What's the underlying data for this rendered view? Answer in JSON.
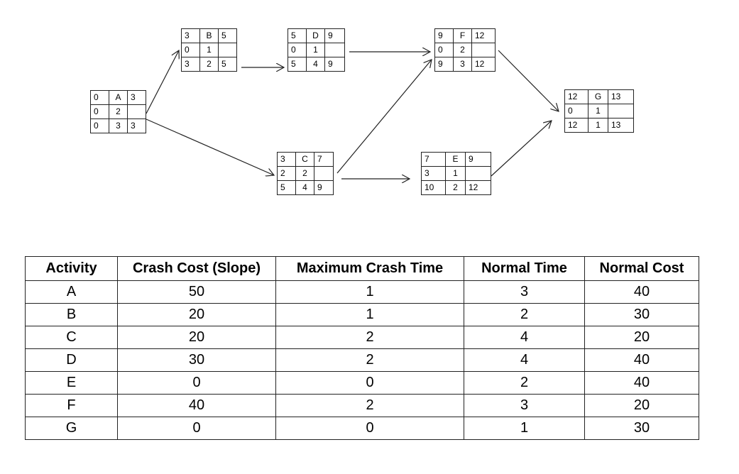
{
  "network": {
    "nodes": [
      {
        "id": "A",
        "es": "0",
        "ef": "3",
        "slack": "0",
        "duration": "2",
        "ls": "0",
        "dur2": "3",
        "lf": "3"
      },
      {
        "id": "B",
        "es": "3",
        "ef": "5",
        "slack": "0",
        "duration": "1",
        "ls": "3",
        "dur2": "2",
        "lf": "5"
      },
      {
        "id": "D",
        "es": "5",
        "ef": "9",
        "slack": "0",
        "duration": "1",
        "ls": "5",
        "dur2": "4",
        "lf": "9"
      },
      {
        "id": "F",
        "es": "9",
        "ef": "12",
        "slack": "0",
        "duration": "2",
        "ls": "9",
        "dur2": "3",
        "lf": "12"
      },
      {
        "id": "C",
        "es": "3",
        "ef": "7",
        "slack": "2",
        "duration": "2",
        "ls": "5",
        "dur2": "4",
        "lf": "9"
      },
      {
        "id": "E",
        "es": "7",
        "ef": "9",
        "slack": "3",
        "duration": "1",
        "ls": "10",
        "dur2": "2",
        "lf": "12"
      },
      {
        "id": "G",
        "es": "12",
        "ef": "13",
        "slack": "0",
        "duration": "1",
        "ls": "12",
        "dur2": "1",
        "lf": "13"
      }
    ],
    "edges": [
      {
        "from": "A",
        "to": "B"
      },
      {
        "from": "A",
        "to": "C"
      },
      {
        "from": "B",
        "to": "D"
      },
      {
        "from": "D",
        "to": "F"
      },
      {
        "from": "C",
        "to": "F"
      },
      {
        "from": "C",
        "to": "E"
      },
      {
        "from": "F",
        "to": "G"
      },
      {
        "from": "E",
        "to": "G"
      }
    ]
  },
  "table": {
    "headers": [
      "Activity",
      "Crash Cost (Slope)",
      "Maximum Crash Time",
      "Normal Time",
      "Normal Cost"
    ],
    "rows": [
      [
        "A",
        "50",
        "1",
        "3",
        "40"
      ],
      [
        "B",
        "20",
        "1",
        "2",
        "30"
      ],
      [
        "C",
        "20",
        "2",
        "4",
        "20"
      ],
      [
        "D",
        "30",
        "2",
        "4",
        "40"
      ],
      [
        "E",
        "0",
        "0",
        "2",
        "40"
      ],
      [
        "F",
        "40",
        "2",
        "3",
        "20"
      ],
      [
        "G",
        "0",
        "0",
        "1",
        "30"
      ]
    ]
  }
}
